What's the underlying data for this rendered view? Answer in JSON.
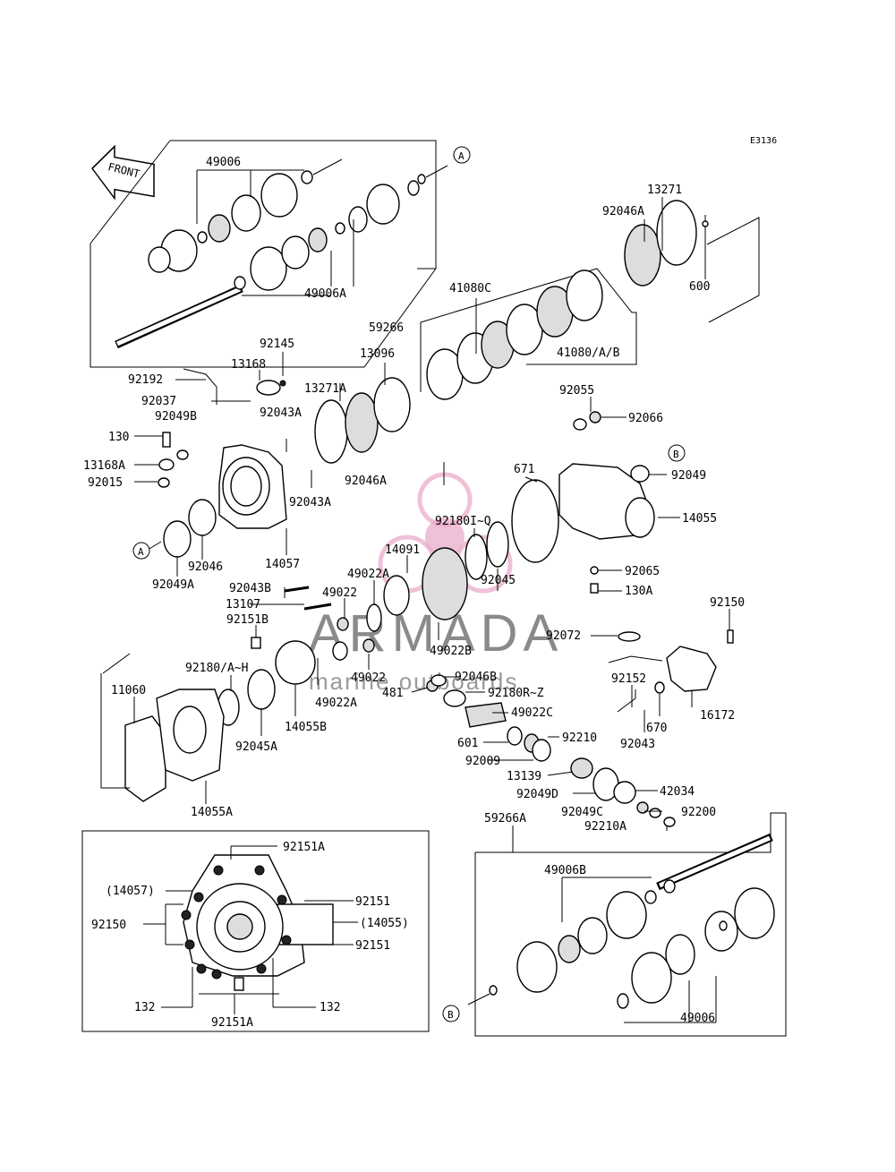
{
  "diagram_code": "E3136",
  "front_label": "FRONT",
  "watermark": {
    "brand": "ARMADA",
    "tagline": "marine outboards",
    "brand_color": "#e8a6c8"
  },
  "ref_markers": {
    "a": "A",
    "b": "B"
  },
  "labels": {
    "p49006_top": "49006",
    "p49006A": "49006A",
    "p59266": "59266",
    "p13271": "13271",
    "p92046A_top": "92046A",
    "p600": "600",
    "p41080C": "41080C",
    "p41080AB": "41080/A/B",
    "p92145": "92145",
    "p13096": "13096",
    "p92192": "92192",
    "p13168": "13168",
    "p13271A": "13271A",
    "p92037": "92037",
    "p92043A_1": "92043A",
    "p92049B": "92049B",
    "p130": "130",
    "p13168A": "13168A",
    "p92015": "92015",
    "p92046A_mid": "92046A",
    "p92043A_2": "92043A",
    "p92055": "92055",
    "p92066": "92066",
    "p92049": "92049",
    "p671": "671",
    "p14055": "14055",
    "p92180IQ": "92180I~Q",
    "p14091": "14091",
    "p92049A": "92049A",
    "p92046": "92046",
    "p14057": "14057",
    "p92065": "92065",
    "p130A": "130A",
    "p49022A_1": "49022A",
    "p92043B": "92043B",
    "p49022_1": "49022",
    "p92045": "92045",
    "p13107": "13107",
    "p92150_r": "92150",
    "p92151B": "92151B",
    "p49022B": "49022B",
    "p92072": "92072",
    "p92180AH": "92180/A~H",
    "p49022_2": "49022",
    "p92046B": "92046B",
    "p11060": "11060",
    "p481": "481",
    "p92180RZ": "92180R~Z",
    "p49022A_2": "49022A",
    "p92152": "92152",
    "p14055B": "14055B",
    "p49022C": "49022C",
    "p670": "670",
    "p16172": "16172",
    "p92045A": "92045A",
    "p601": "601",
    "p92210": "92210",
    "p92043": "92043",
    "p92009": "92009",
    "p13139": "13139",
    "p14055A": "14055A",
    "p92049D": "92049D",
    "p42034": "42034",
    "p92049C": "92049C",
    "p92200": "92200",
    "p59266A": "59266A",
    "p92210A": "92210A",
    "p92151A_top": "92151A",
    "p49006B": "49006B",
    "p14057_paren": "(14057)",
    "p92151_1": "92151",
    "p92150_l": "92150",
    "p14055_paren": "(14055)",
    "p92151_2": "92151",
    "p132_l": "132",
    "p132_r": "132",
    "p92151A_bot": "92151A",
    "p49006_bot": "49006"
  }
}
